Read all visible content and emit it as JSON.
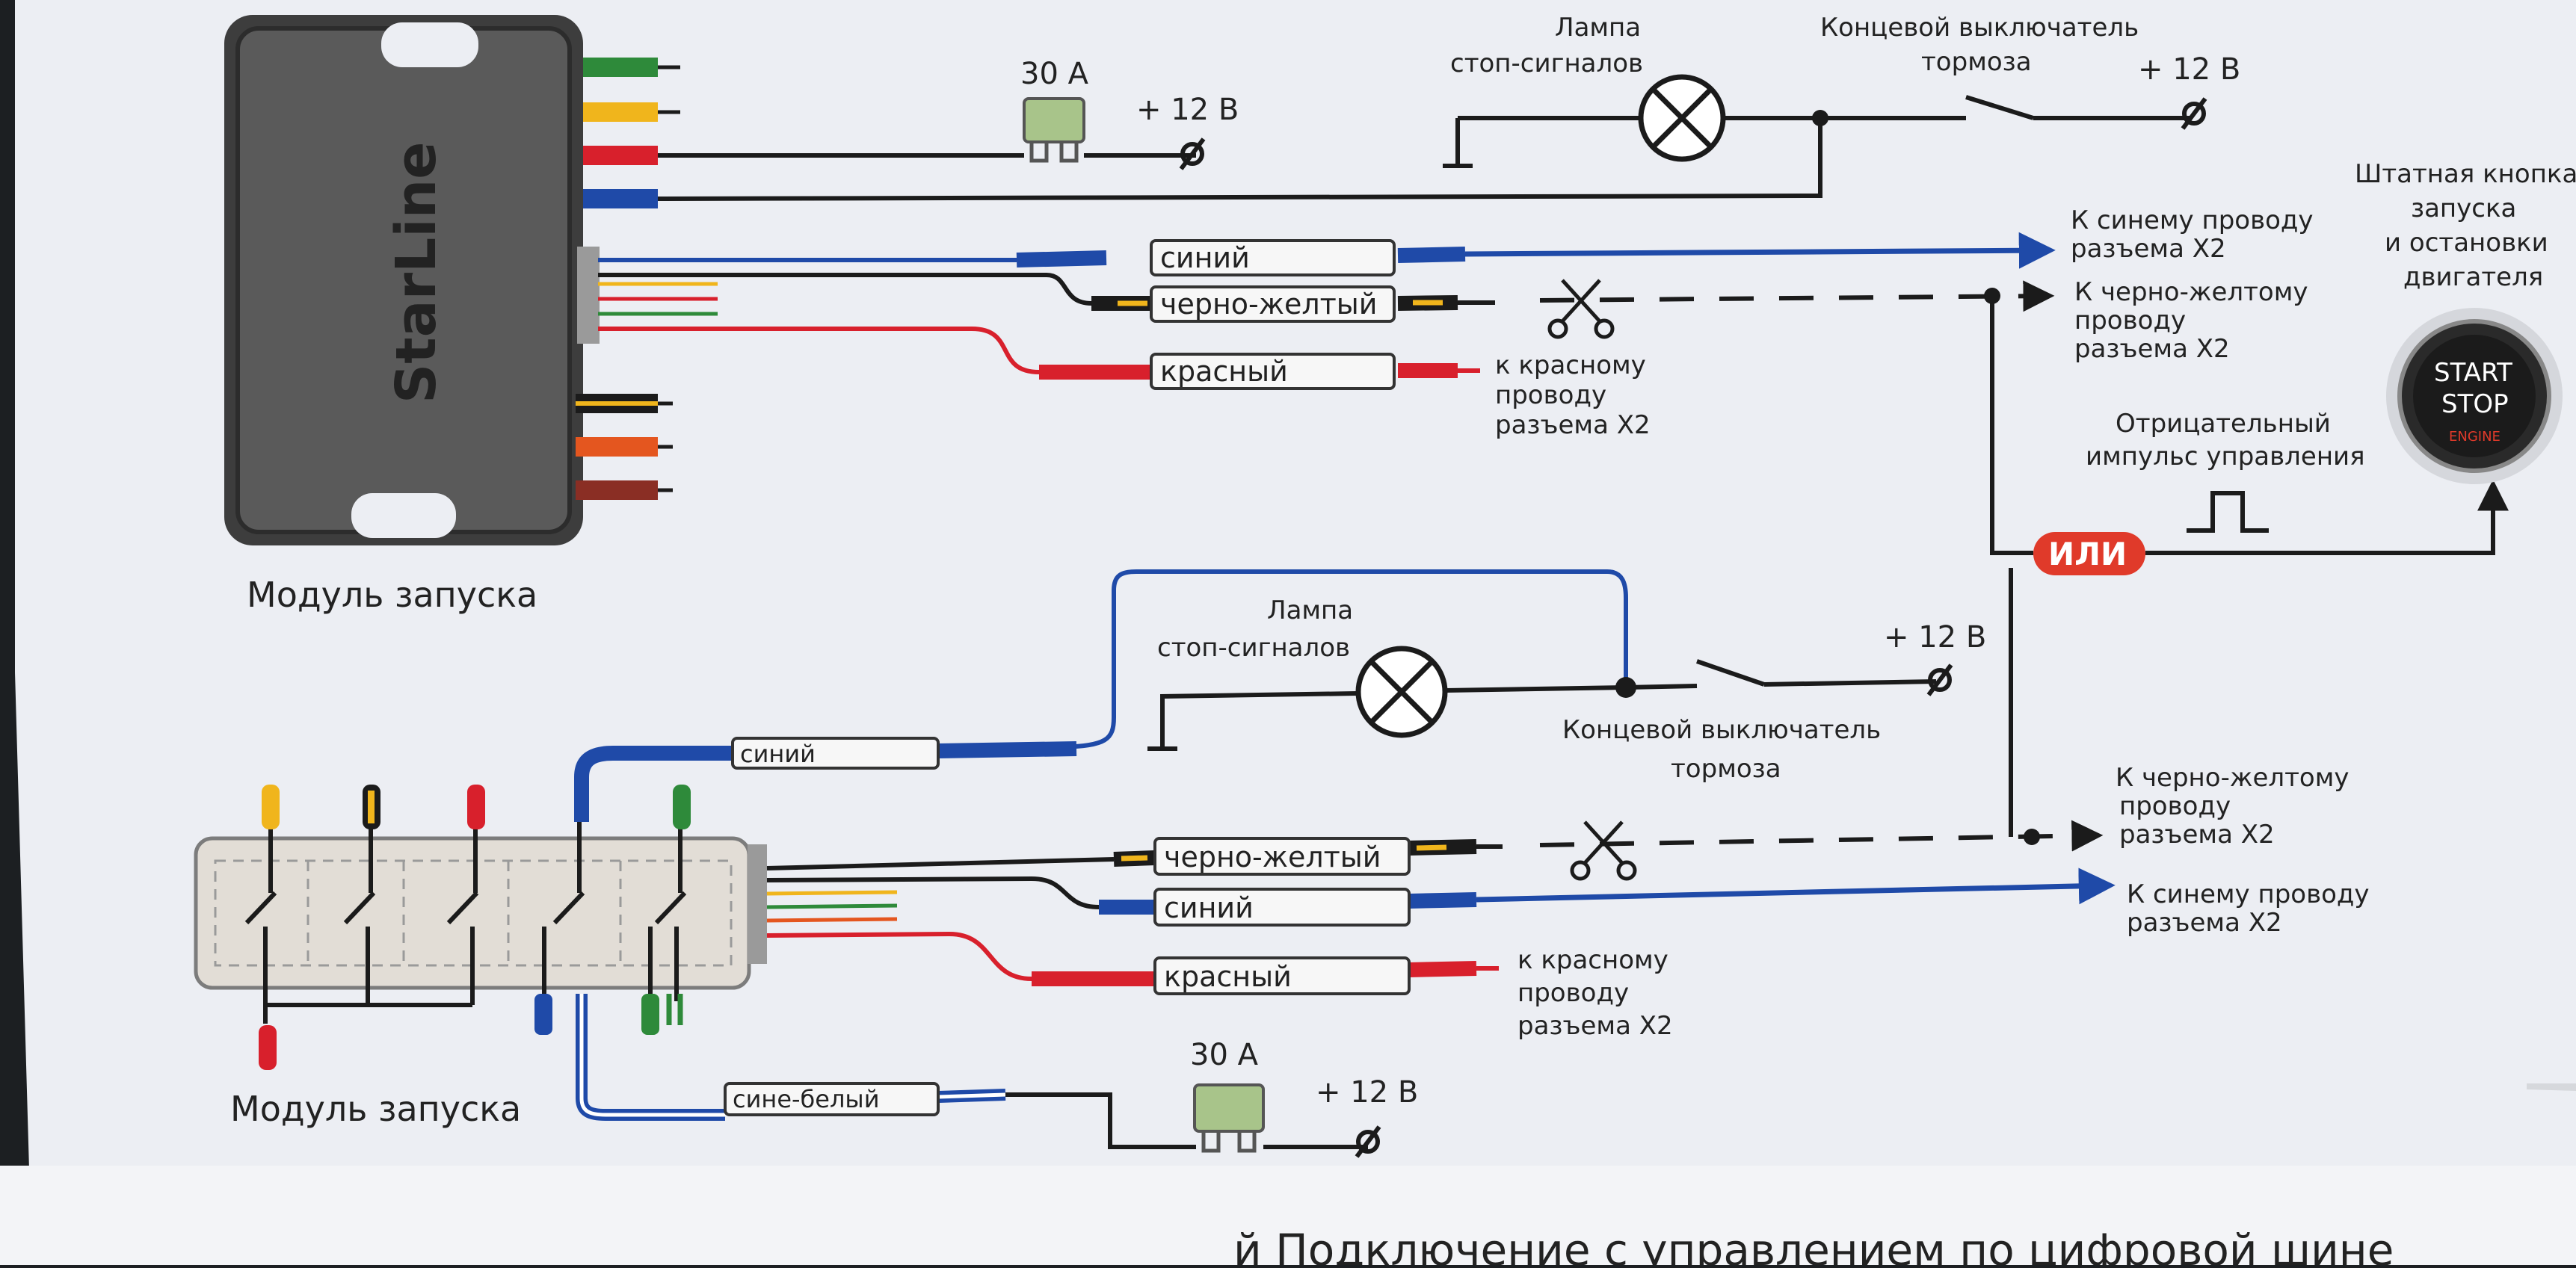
{
  "top": {
    "module_label": "Модуль запуска",
    "brand": "StarLine",
    "fuse_label": "30 A",
    "supply_fuse": "+ 12 В",
    "lamp_line1": "Лампа",
    "lamp_line2": "стоп-сигналов",
    "switch_line1": "Концевой выключатель",
    "switch_line2": "тормоза",
    "supply_switch": "+ 12 В",
    "wire_blue": "синий",
    "wire_blackyellow": "черно-желтый",
    "wire_red": "красный",
    "to_blue_line1": "К синему проводу",
    "to_blue_line2": "разъема X2",
    "to_by_line1": "К черно-желтому",
    "to_by_line2": "проводу",
    "to_by_line3": "разъема X2",
    "to_red_line1": "к красному",
    "to_red_line2": "проводу",
    "to_red_line3": "разъема X2"
  },
  "right": {
    "button_line1": "Штатная кнопка",
    "button_line2": "запуска",
    "button_line3": "и остановки",
    "button_line4": "двигателя",
    "button_start": "START",
    "button_stop": "STOP",
    "button_engine": "ENGINE",
    "pulse_line1": "Отрицательный",
    "pulse_line2": "импульс управления",
    "or_badge": "ИЛИ"
  },
  "bottom": {
    "module_label": "Модуль запуска",
    "lamp_line1": "Лампа",
    "lamp_line2": "стоп-сигналов",
    "switch_line1": "Концевой выключатель",
    "switch_line2": "тормоза",
    "supply_switch": "+ 12 В",
    "wire_blue_top": "синий",
    "wire_blackyellow": "черно-желтый",
    "wire_blue": "синий",
    "wire_red": "красный",
    "wire_bluewhite": "сине-белый",
    "fuse_label": "30 A",
    "supply_fuse": "+ 12 В",
    "to_by_line1": "К черно-желтому",
    "to_by_line2": "проводу",
    "to_by_line3": "разъема X2",
    "to_blue_line1": "К синему проводу",
    "to_blue_line2": "разъема X2",
    "to_red_line1": "к красному",
    "to_red_line2": "проводу",
    "to_red_line3": "разъема X2"
  },
  "footer": {
    "caption": "й Подключение с управлением по цифровой шине"
  },
  "colors": {
    "paper": "#eceef3",
    "wire_blue": "#1f4aa8",
    "wire_red": "#d8202c",
    "wire_yellow": "#f0b51c",
    "wire_green": "#2e8a3a",
    "wire_black": "#1b1b1b",
    "or_badge": "#e03a2a",
    "module_body": "#555555"
  }
}
